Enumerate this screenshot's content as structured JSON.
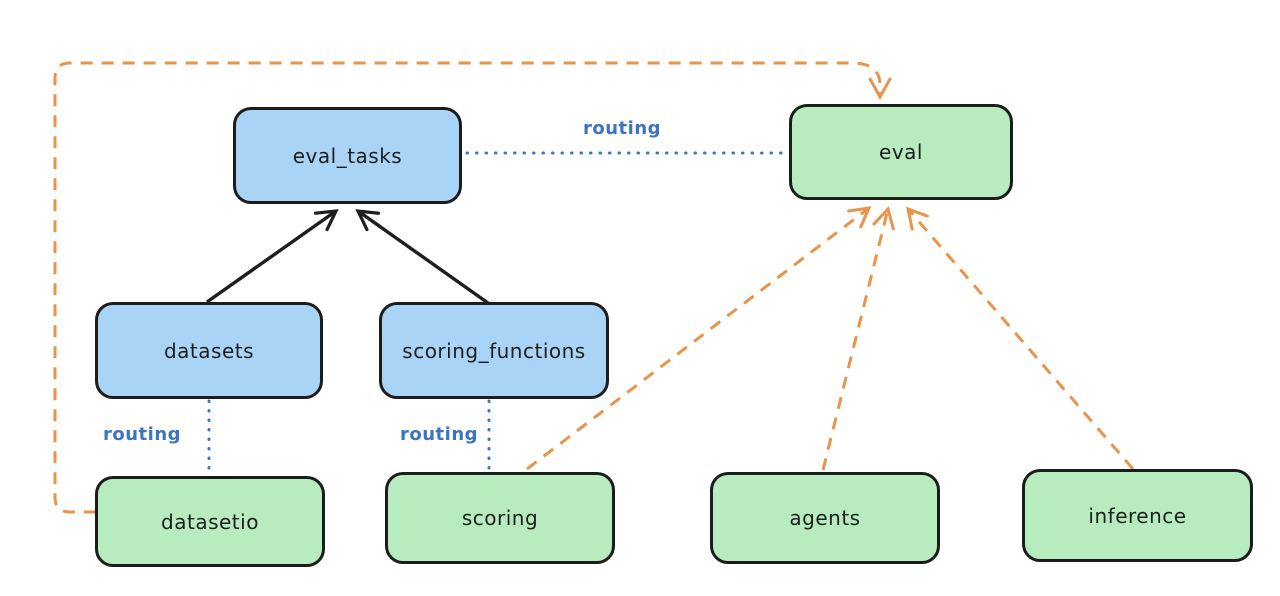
{
  "diagram": {
    "background": "#ffffff",
    "colors": {
      "node_border": "#1c1c1c",
      "blue_node_fill": "#a9d4f5",
      "green_node_fill": "#b6ecbe",
      "solid_arrow": "#1e1e1e",
      "dashed_arrow_orange": "#e8944a",
      "routing_dotted_blue": "#3b74c4",
      "label_text": "#1e1e1e"
    },
    "nodes": [
      {
        "id": "eval_tasks",
        "label": "eval_tasks",
        "fill": "#a9d4f5"
      },
      {
        "id": "eval",
        "label": "eval",
        "fill": "#b6ecbe"
      },
      {
        "id": "datasets",
        "label": "datasets",
        "fill": "#a9d4f5"
      },
      {
        "id": "scoring_functions",
        "label": "scoring_functions",
        "fill": "#a9d4f5"
      },
      {
        "id": "datasetio",
        "label": "datasetio",
        "fill": "#b6ecbe"
      },
      {
        "id": "scoring",
        "label": "scoring",
        "fill": "#b6ecbe"
      },
      {
        "id": "agents",
        "label": "agents",
        "fill": "#b6ecbe"
      },
      {
        "id": "inference",
        "label": "inference",
        "fill": "#b6ecbe"
      }
    ],
    "edges": [
      {
        "from": "datasets",
        "to": "eval_tasks",
        "style": "solid-arrow",
        "color": "#1e1e1e"
      },
      {
        "from": "scoring_functions",
        "to": "eval_tasks",
        "style": "solid-arrow",
        "color": "#1e1e1e"
      },
      {
        "from": "eval_tasks",
        "to": "eval",
        "style": "dotted-line",
        "label": "routing",
        "color": "#3b74c4"
      },
      {
        "from": "datasets",
        "to": "datasetio",
        "style": "dotted-line",
        "label": "routing",
        "color": "#3b74c4"
      },
      {
        "from": "scoring_functions",
        "to": "scoring",
        "style": "dotted-line",
        "label": "routing",
        "color": "#3b74c4"
      },
      {
        "from": "datasetio",
        "to": "eval",
        "style": "dashed-arrow",
        "color": "#e8944a"
      },
      {
        "from": "scoring",
        "to": "eval",
        "style": "dashed-arrow",
        "color": "#e8944a"
      },
      {
        "from": "agents",
        "to": "eval",
        "style": "dashed-arrow",
        "color": "#e8944a"
      },
      {
        "from": "inference",
        "to": "eval",
        "style": "dashed-arrow",
        "color": "#e8944a"
      }
    ]
  }
}
